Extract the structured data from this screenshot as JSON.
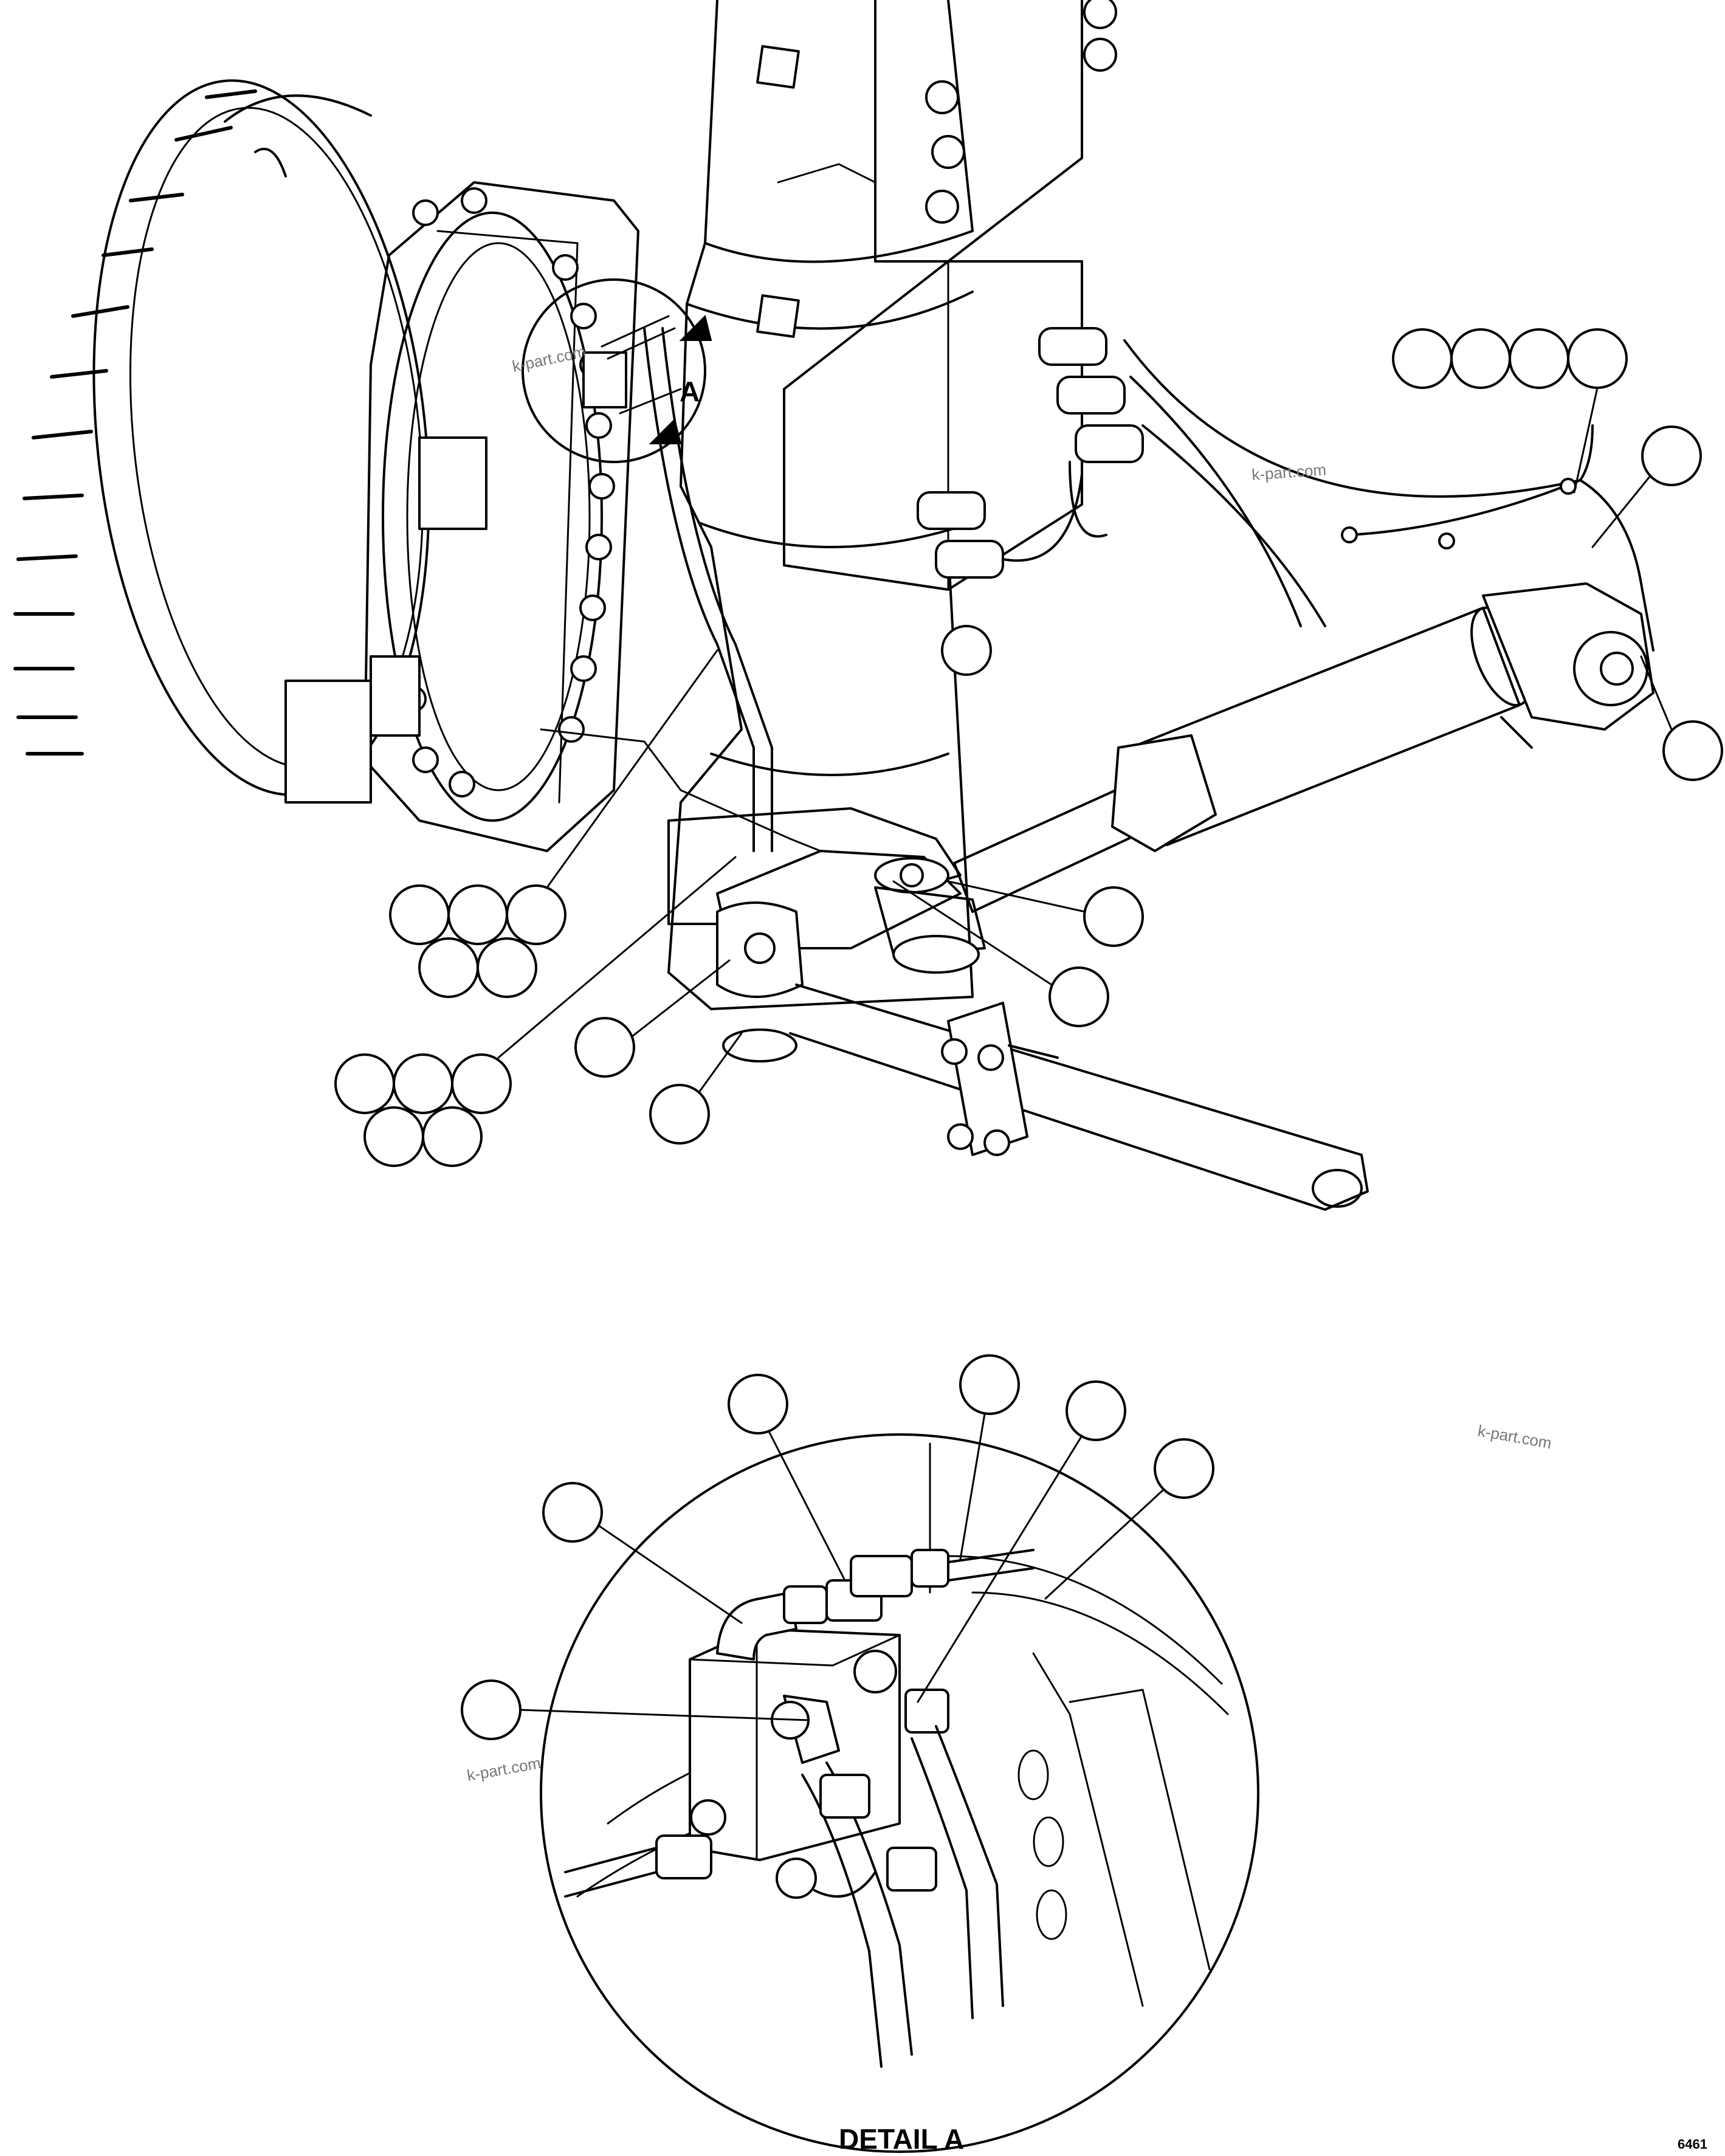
{
  "watermarks": [
    "k-part.com",
    "k-part.com",
    "k-part.com",
    "k-part.com"
  ],
  "detail_marker": "A",
  "detail_label": "DETAIL A",
  "figure_code": "6461",
  "callout_groups": [
    {
      "name": "callout-group-hose-cluster-top-right",
      "count": 4
    },
    {
      "name": "callout-group-clip-five-upper-left",
      "count": 5
    },
    {
      "name": "callout-group-clip-five-lower-left",
      "count": 5
    },
    {
      "name": "callout-single-cylinder-end",
      "count": 1
    },
    {
      "name": "callout-single-cylinder-hose",
      "count": 1
    },
    {
      "name": "callout-single-pivot-pin",
      "count": 1
    },
    {
      "name": "callout-single-pivot-bearing",
      "count": 1
    },
    {
      "name": "callout-single-tie-rod-left",
      "count": 1
    },
    {
      "name": "callout-single-grease-fitting",
      "count": 1
    },
    {
      "name": "callout-detail-elbow",
      "count": 1
    },
    {
      "name": "callout-detail-adapter",
      "count": 1
    },
    {
      "name": "callout-detail-hose-a",
      "count": 1
    },
    {
      "name": "callout-detail-fitting",
      "count": 1
    },
    {
      "name": "callout-detail-hose-b",
      "count": 1
    },
    {
      "name": "callout-detail-valve-port",
      "count": 1
    }
  ]
}
